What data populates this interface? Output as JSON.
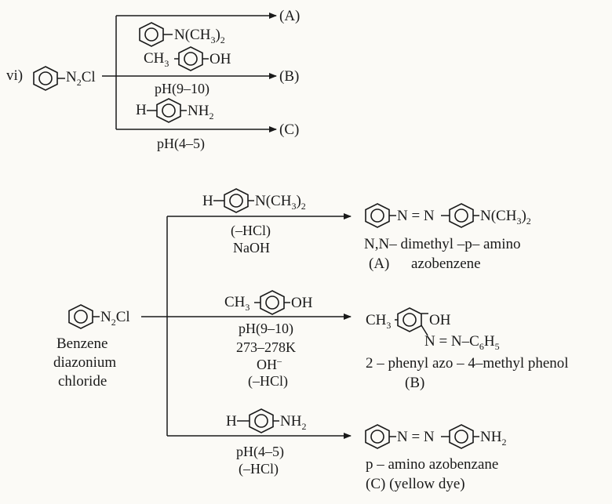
{
  "top": {
    "roman": "vi)",
    "reactant": [
      "N",
      "2",
      "Cl"
    ],
    "reagent1": [
      "N(CH",
      "3",
      ")",
      "2"
    ],
    "product_a": "(A)",
    "reagent2_prefix": [
      "CH",
      "3"
    ],
    "reagent2_suffix": "OH",
    "cond2": "pH(9–10)",
    "product_b": "(B)",
    "reagent3_prefix": "H",
    "reagent3_suffix": [
      "NH",
      "2"
    ],
    "cond3": "pH(4–5)",
    "product_c": "(C)"
  },
  "bottom": {
    "reactant": [
      "N",
      "2",
      "Cl"
    ],
    "reactant_name": [
      "Benzene",
      "diazonium",
      "chloride"
    ],
    "r1_prefix": "H",
    "r1_suffix": [
      "N(CH",
      "3",
      ")",
      "2"
    ],
    "r1_cond": [
      "(–HCl)",
      "NaOH"
    ],
    "pA_bond": "N = N",
    "pA_suffix": [
      "N(CH",
      "3",
      ")",
      "2"
    ],
    "pA_name1": "N,N– dimethyl –p– amino",
    "pA_label": "(A)",
    "pA_name2": "azobenzene",
    "r2_prefix": [
      "CH",
      "3"
    ],
    "r2_suffix": "OH",
    "r2_cond": [
      "pH(9–10)",
      "273–278K",
      "OH",
      "–",
      "(–HCl)"
    ],
    "pB_prefix": [
      "CH",
      "3"
    ],
    "pB_oh": "OH",
    "pB_azo": [
      "N = N–C",
      "6",
      "H",
      "5"
    ],
    "pB_name": "2 – phenyl azo – 4–methyl phenol",
    "pB_label": "(B)",
    "r3_prefix": "H",
    "r3_suffix": [
      "NH",
      "2"
    ],
    "r3_cond": [
      "pH(4–5)",
      "(–HCl)"
    ],
    "pC_bond": "N = N",
    "pC_suffix": [
      "NH",
      "2"
    ],
    "pC_name": "p – amino azobenzane",
    "pC_label": "(C) (yellow dye)"
  }
}
